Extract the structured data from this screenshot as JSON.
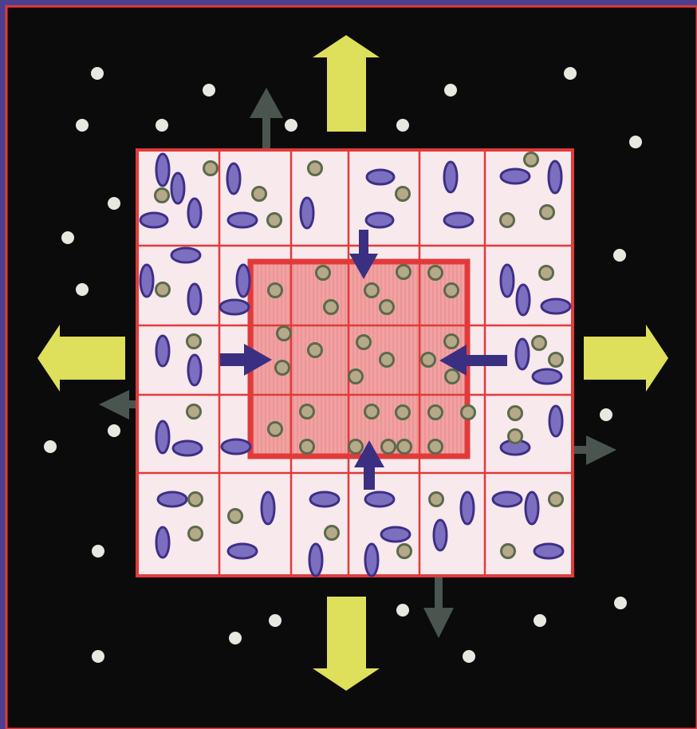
{
  "colors": {
    "outer_frame": "#4b3f8f",
    "background": "#0b0b0b",
    "border_red": "#e23a3a",
    "grid_fill": "#f7e9ec",
    "inner_fill": "#f1a2a2",
    "ellipse_fill": "#7d6fc0",
    "ellipse_stroke": "#3d2f86",
    "dot_fill": "#b5a98a",
    "dot_ring": "#5a6a4a",
    "outer_dot": "#e8e8e0",
    "yellow_arrow": "#dedf5a",
    "gray_arrow": "#4a5550",
    "inward_arrow": "#3b2f82"
  },
  "icons": {
    "large_arrow": "yellow-expansion-arrow",
    "small_arrow": "gray-outflow-arrow",
    "inward_arrow": "navy-inward-arrow",
    "cell_ellipse": "ellipse-shape",
    "dot": "green-dot",
    "outer_dot": "white-dot"
  }
}
